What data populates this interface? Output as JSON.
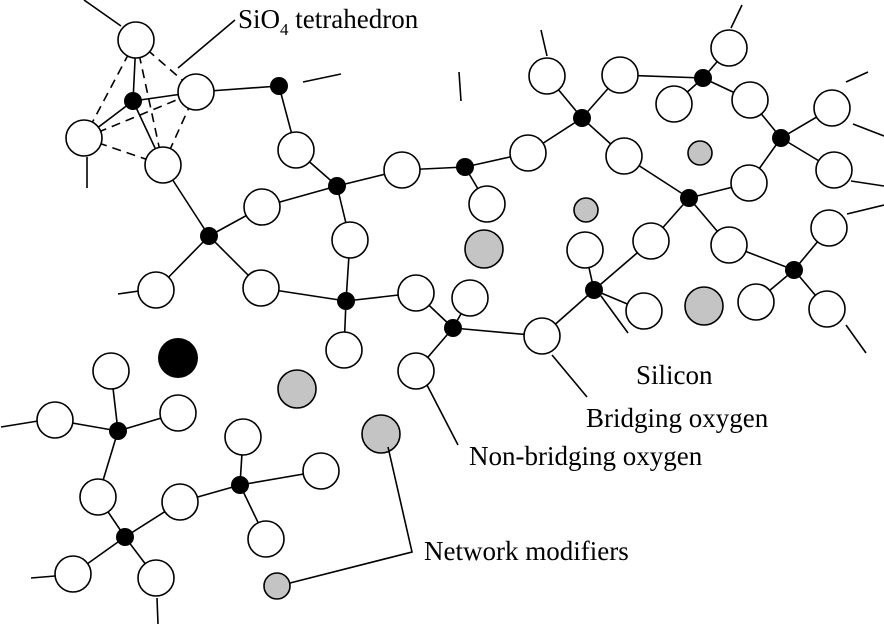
{
  "labels": {
    "tetra_main": "SiO",
    "tetra_sub": "4",
    "tetra_rest": " tetrahedron",
    "silicon": "Silicon",
    "bridging": "Bridging oxygen",
    "nonbridging": "Non-bridging oxygen",
    "modifiers": "Network modifiers"
  },
  "colors": {
    "oxygen_fill": "#ffffff",
    "silicon_fill": "#000000",
    "modifier_fill": "#c4c4c4",
    "large_black_ion": "#000000",
    "line": "#000000"
  },
  "icons": {
    "oxygen": "white-circle",
    "silicon": "small-black-dot",
    "modifier": "gray-circle"
  }
}
